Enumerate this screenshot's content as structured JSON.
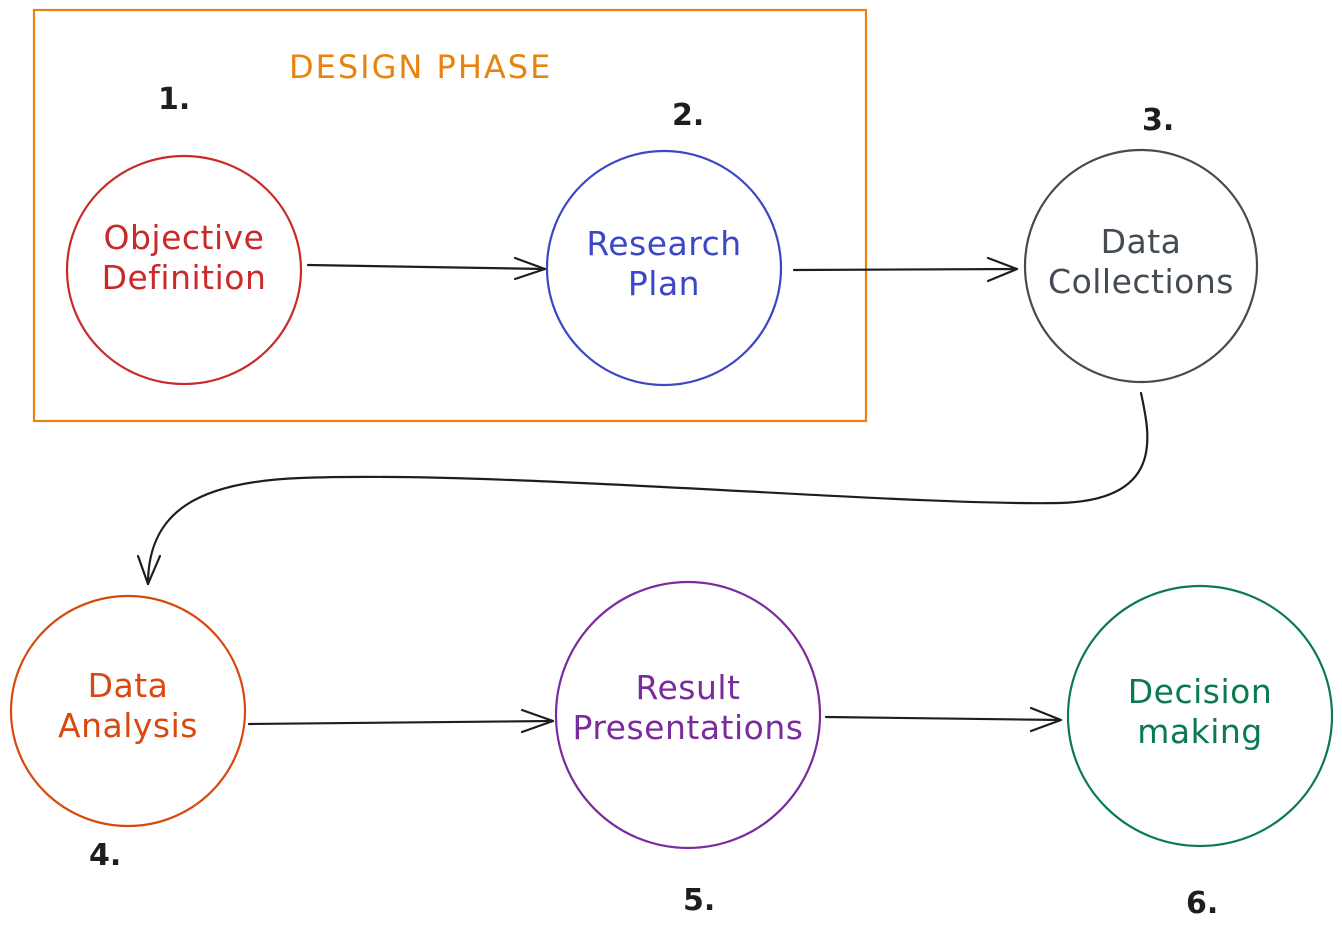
{
  "group": {
    "label": "DESIGN PHASE",
    "color": "#e8830d"
  },
  "nodes": [
    {
      "number": "1.",
      "label": "Objective\nDefinition",
      "color": "#c92a2a"
    },
    {
      "number": "2.",
      "label": "Research\nPlan",
      "color": "#3b47c4"
    },
    {
      "number": "3.",
      "label": "Data\nCollections",
      "color": "#444b52"
    },
    {
      "number": "4.",
      "label": "Data\nAnalysis",
      "color": "#d9480f"
    },
    {
      "number": "5.",
      "label": "Result\nPresentations",
      "color": "#7b2b9e"
    },
    {
      "number": "6.",
      "label": "Decision\nmaking",
      "color": "#0c7a4f"
    }
  ],
  "edges": [
    {
      "from": "1.",
      "to": "2."
    },
    {
      "from": "2.",
      "to": "3."
    },
    {
      "from": "3.",
      "to": "4."
    },
    {
      "from": "4.",
      "to": "5."
    },
    {
      "from": "5.",
      "to": "6."
    }
  ],
  "edge_color": "#1e1e1e"
}
